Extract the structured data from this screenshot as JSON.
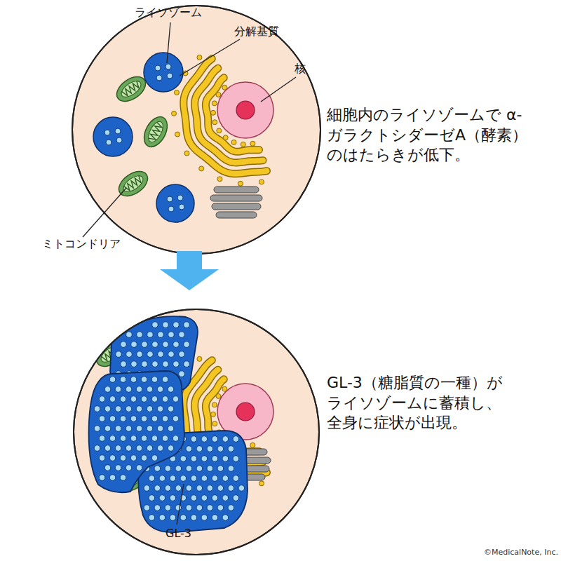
{
  "diagram": {
    "labels": [
      "ライソゾーム",
      "分解基質",
      "核",
      "ミトコンドリア",
      "細胞内のライソゾームで α-ガラクトシダーゼA（酵素） のはたらきが低下。",
      "GL-3（糖脂質の一種）が ライソゾームに蓄積し、 全身に症状が出現。",
      "GL-3",
      "©MedicalNote, Inc."
    ]
  }
}
